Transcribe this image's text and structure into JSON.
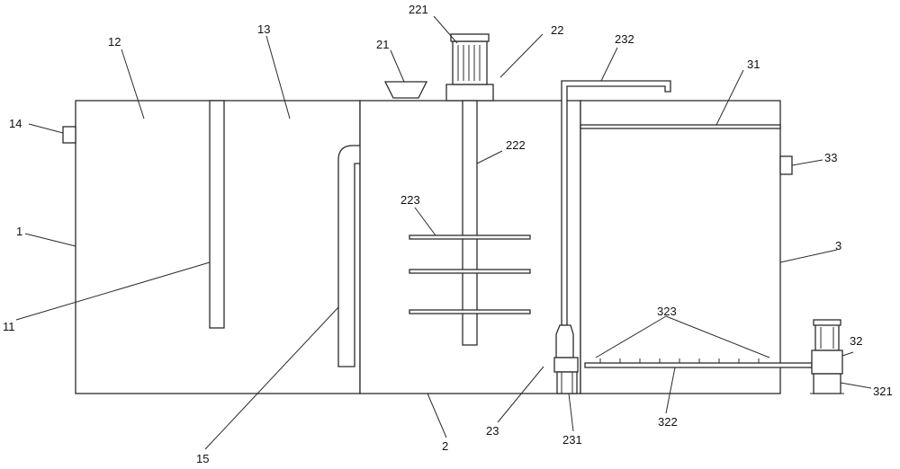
{
  "labels": {
    "l1": "1",
    "l2": "2",
    "l3": "3",
    "l11": "11",
    "l12": "12",
    "l13": "13",
    "l14": "14",
    "l15": "15",
    "l21": "21",
    "l22": "22",
    "l23": "23",
    "l31": "31",
    "l32": "32",
    "l33": "33",
    "l221": "221",
    "l222": "222",
    "l223": "223",
    "l231": "231",
    "l232": "232",
    "l321": "321",
    "l322": "322",
    "l323": "323"
  }
}
